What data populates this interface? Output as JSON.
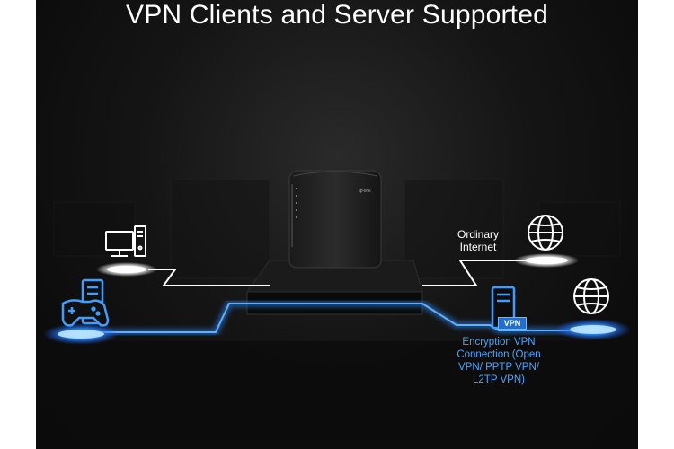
{
  "headline": "VPN Clients and Server Supported",
  "labels": {
    "ordinary_internet_line1": "Ordinary",
    "ordinary_internet_line2": "Internet",
    "encryption_line1": "Encryption VPN",
    "encryption_line2": "Connection (Open",
    "encryption_line3": "VPN/ PPTP VPN/",
    "encryption_line4": "L2TP VPN)",
    "vpn_badge": "VPN",
    "router_logo": "tp-link"
  },
  "icons": [
    "desktop-computer-icon",
    "gamepad-icon",
    "console-tower-icon",
    "globe-icon",
    "server-icon"
  ],
  "colors": {
    "background": "#0d0d0d",
    "ordinary_line": "#ffffff",
    "vpn_line": "#2f8cff",
    "vpn_text": "#49a6ff"
  }
}
